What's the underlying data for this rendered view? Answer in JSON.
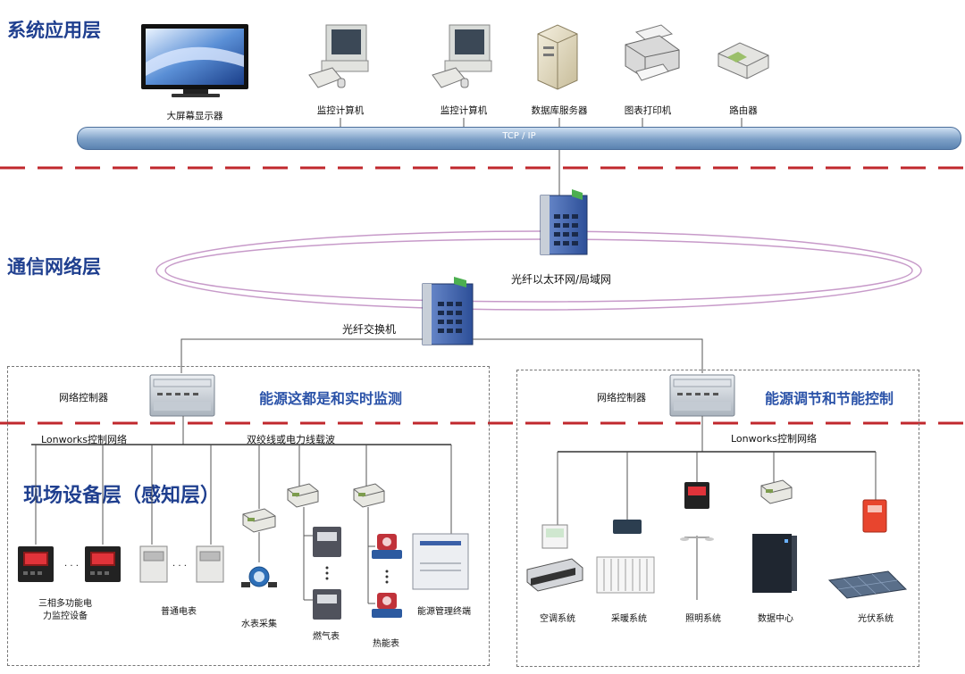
{
  "layers": {
    "system": "系统应用层",
    "network": "通信网络层",
    "field": "现场设备层（感知层）"
  },
  "top_devices": [
    "大屏幕显示器",
    "监控计算机",
    "监控计算机",
    "数据库服务器",
    "图表打印机",
    "路由器"
  ],
  "bus_label": "TCP / IP",
  "ring_label": "光纤以太环网/局域网",
  "switch_label": "光纤交换机",
  "left_panel": {
    "controller": "网络控制器",
    "title": "能源这都是和实时监测",
    "network": "Lonworks控制网络",
    "carrier": "双绞线或电力线载波",
    "ellipsis": ". . .",
    "devices": {
      "power_meter": "三相多功能电力监控设备",
      "common_meter": "普通电表",
      "water": "水表采集",
      "gas": "燃气表",
      "heat": "热能表",
      "terminal": "能源管理终端"
    }
  },
  "right_panel": {
    "controller": "网络控制器",
    "title": "能源调节和节能控制",
    "network": "Lonworks控制网络",
    "devices": [
      "空调系统",
      "采暖系统",
      "照明系统",
      "数据中心",
      "光伏系统"
    ]
  },
  "colors": {
    "layer_title": "#1f3f8f",
    "divider": "#c0282d",
    "ring": "#c79ac9",
    "switch": "#3a5fa8"
  }
}
